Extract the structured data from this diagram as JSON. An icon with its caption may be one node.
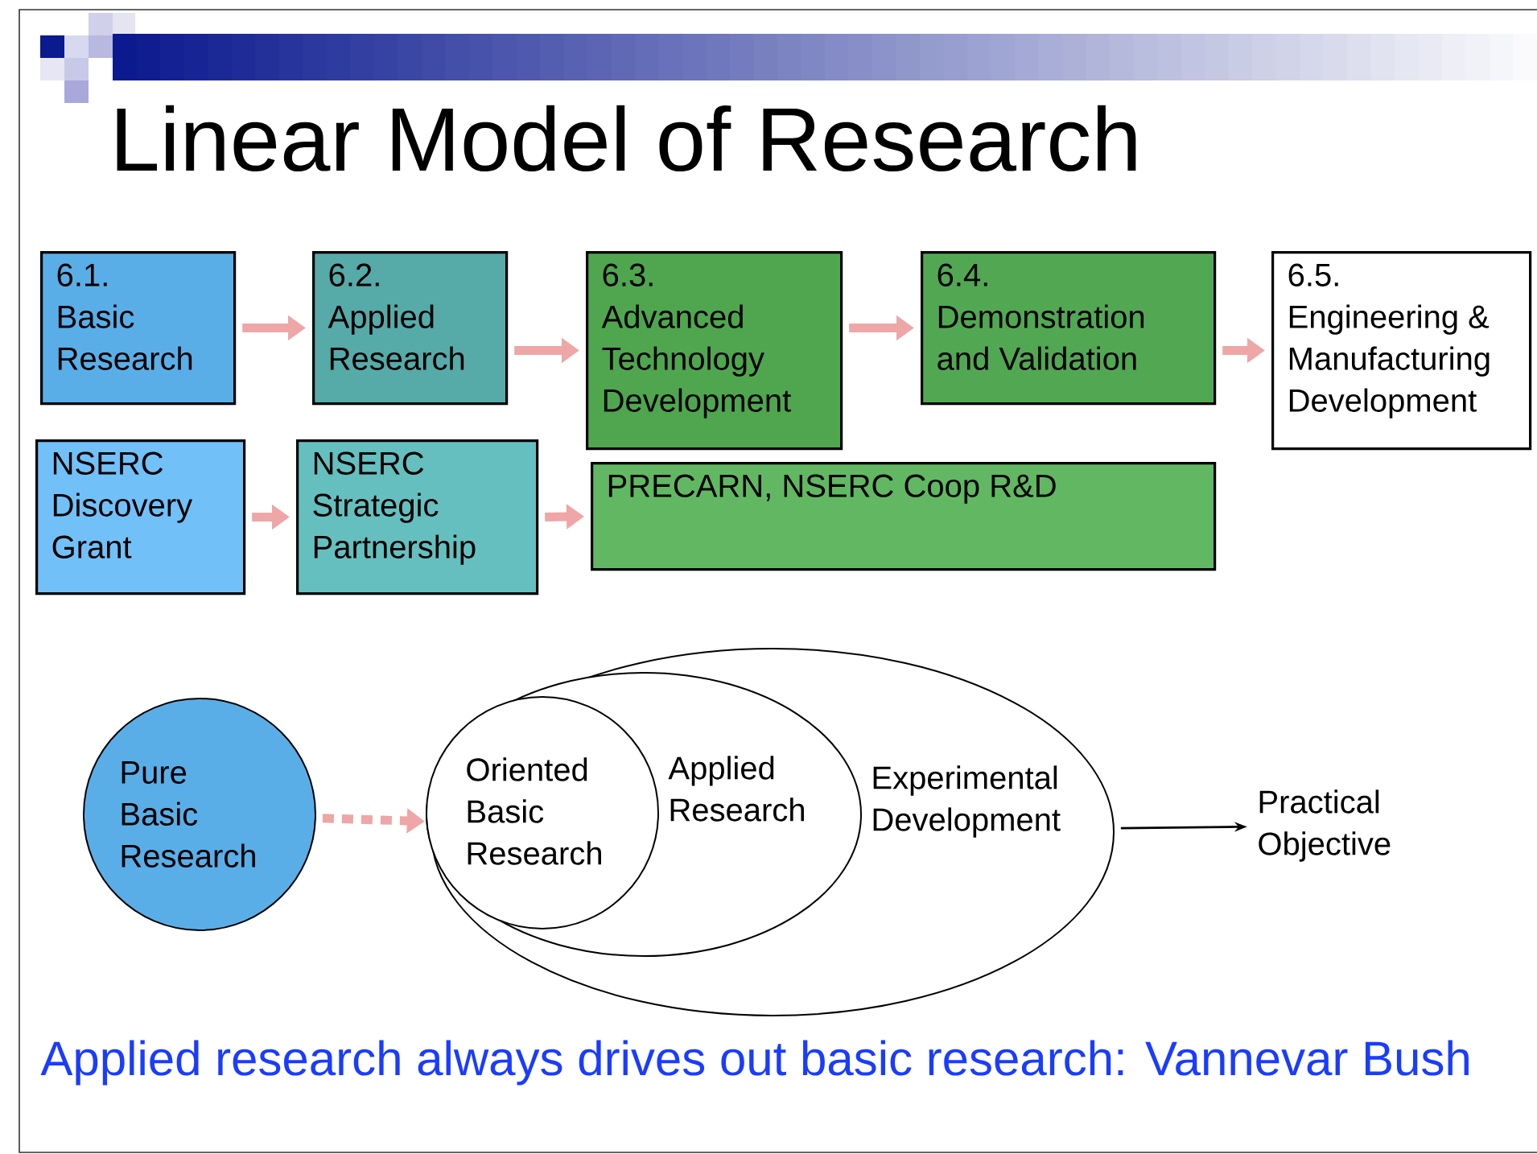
{
  "diagram": {
    "title": "Linear Model of Research",
    "caption": "Applied research always drives out basic research: Vannevar Bush",
    "nodes": [
      {
        "text": [
          "6.1.",
          "Basic Research"
        ]
      },
      {
        "text": [
          "6.2.",
          "Applied Research"
        ]
      },
      {
        "text": [
          "6.3.",
          "Advanced Technology Development"
        ]
      },
      {
        "text": [
          "6.4.",
          "Demonstration and Validation"
        ]
      },
      {
        "text": [
          "6.5.",
          "Engineering & Manufacturing Development"
        ]
      },
      {
        "text": [
          "NSERC Discovery Grant"
        ]
      },
      {
        "text": [
          "NSERC Strategic Partnership"
        ]
      },
      {
        "text": [
          "PRECARN, NSERC Coop R&D"
        ]
      },
      {
        "text": [
          "Pure Basic Research"
        ]
      },
      {
        "text": [
          "Experimental Development"
        ]
      },
      {
        "text": [
          "Applied Research"
        ],
        "in": 9
      },
      {
        "text": [
          "Oriented Basic Research"
        ],
        "in": 10
      },
      {
        "text": [
          "Practical Objective"
        ]
      }
    ],
    "edges": [
      {
        "from": 0,
        "to": 1,
        "arrow": "to"
      },
      {
        "from": 1,
        "to": 2,
        "arrow": "to"
      },
      {
        "from": 2,
        "to": 3,
        "arrow": "to"
      },
      {
        "from": 3,
        "to": 4,
        "arrow": "to"
      },
      {
        "from": 5,
        "to": 6,
        "arrow": "to"
      },
      {
        "from": 6,
        "to": 7,
        "arrow": "to"
      },
      {
        "from": 8,
        "to": 9,
        "arrow": "to",
        "style": "dashed"
      },
      {
        "from": 9,
        "to": 12,
        "arrow": "to",
        "color": "#000000"
      }
    ]
  }
}
